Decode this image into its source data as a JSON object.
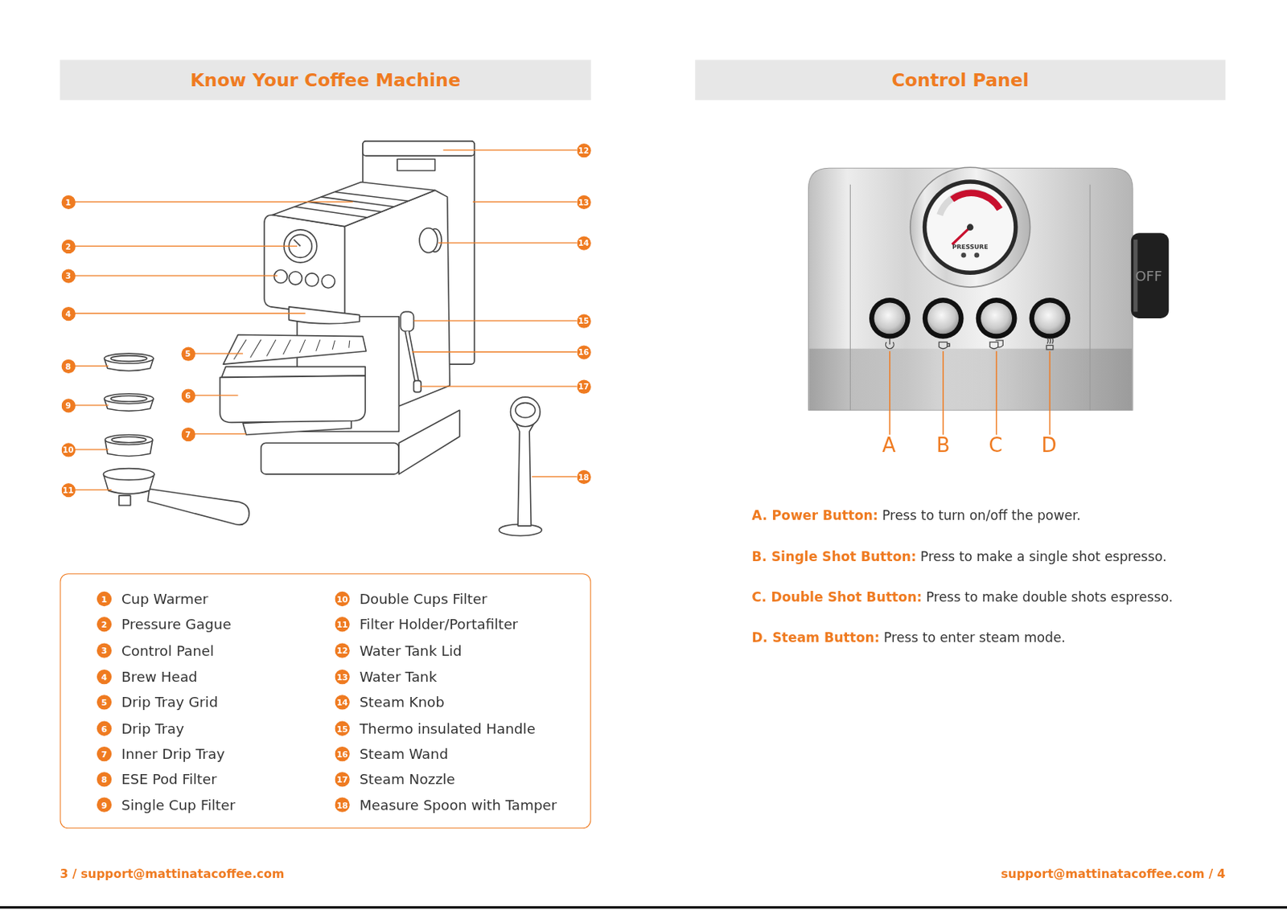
{
  "diagram": {
    "nodes": [
      {
        "text": [
          "Know Your Coffee Machine"
        ]
      },
      {
        "text": [
          "Control Panel"
        ]
      },
      {
        "text": [
          "1"
        ]
      },
      {
        "text": [
          "2"
        ]
      },
      {
        "text": [
          "3"
        ]
      },
      {
        "text": [
          "4"
        ]
      },
      {
        "text": [
          "5"
        ]
      },
      {
        "text": [
          "6"
        ]
      },
      {
        "text": [
          "7"
        ]
      },
      {
        "text": [
          "8"
        ]
      },
      {
        "text": [
          "9"
        ]
      },
      {
        "text": [
          "10"
        ]
      },
      {
        "text": [
          "11"
        ]
      },
      {
        "text": [
          "12"
        ]
      },
      {
        "text": [
          "13"
        ]
      },
      {
        "text": [
          "14"
        ]
      },
      {
        "text": [
          "15"
        ]
      },
      {
        "text": [
          "16"
        ]
      },
      {
        "text": [
          "17"
        ]
      },
      {
        "text": [
          "18"
        ]
      },
      {
        "text": []
      },
      {
        "text": [
          "1",
          "Cup Warmer"
        ],
        "in": 20
      },
      {
        "text": [
          "2",
          "Pressure Gague"
        ],
        "in": 20
      },
      {
        "text": [
          "3",
          "Control Panel"
        ],
        "in": 20
      },
      {
        "text": [
          "4",
          "Brew Head"
        ],
        "in": 20
      },
      {
        "text": [
          "5",
          "Drip Tray Grid"
        ],
        "in": 20
      },
      {
        "text": [
          "6",
          "Drip Tray"
        ],
        "in": 20
      },
      {
        "text": [
          "7",
          "Inner Drip Tray"
        ],
        "in": 20
      },
      {
        "text": [
          "8",
          "ESE Pod Filter"
        ],
        "in": 20
      },
      {
        "text": [
          "9",
          "Single Cup Filter"
        ],
        "in": 20
      },
      {
        "text": [
          "10",
          "Double Cups Filter"
        ],
        "in": 20
      },
      {
        "text": [
          "11",
          "Filter Holder/Portafilter"
        ],
        "in": 20
      },
      {
        "text": [
          "12",
          "Water Tank Lid"
        ],
        "in": 20
      },
      {
        "text": [
          "13",
          "Water Tank"
        ],
        "in": 20
      },
      {
        "text": [
          "14",
          "Steam Knob"
        ],
        "in": 20
      },
      {
        "text": [
          "15",
          "Thermo insulated Handle"
        ],
        "in": 20
      },
      {
        "text": [
          "16",
          "Steam Wand"
        ],
        "in": 20
      },
      {
        "text": [
          "17",
          "Steam Nozzle"
        ],
        "in": 20
      },
      {
        "text": [
          "18",
          "Measure Spoon with Tamper"
        ],
        "in": 20
      }
    ],
    "labels": [
      "PRESSURE",
      "OFF",
      "A",
      "B",
      "C",
      "D",
      "A. Power Button:",
      "Press to turn on/off the power.",
      "B. Single Shot Button:",
      "Press to make a single shot espresso.",
      "C. Double Shot Button:",
      "Press to make double shots espresso.",
      "D. Steam Button:",
      "Press to enter steam mode.",
      "3 / support@mattinatacoffee.com",
      "support@mattinatacoffee.com / 4"
    ]
  }
}
